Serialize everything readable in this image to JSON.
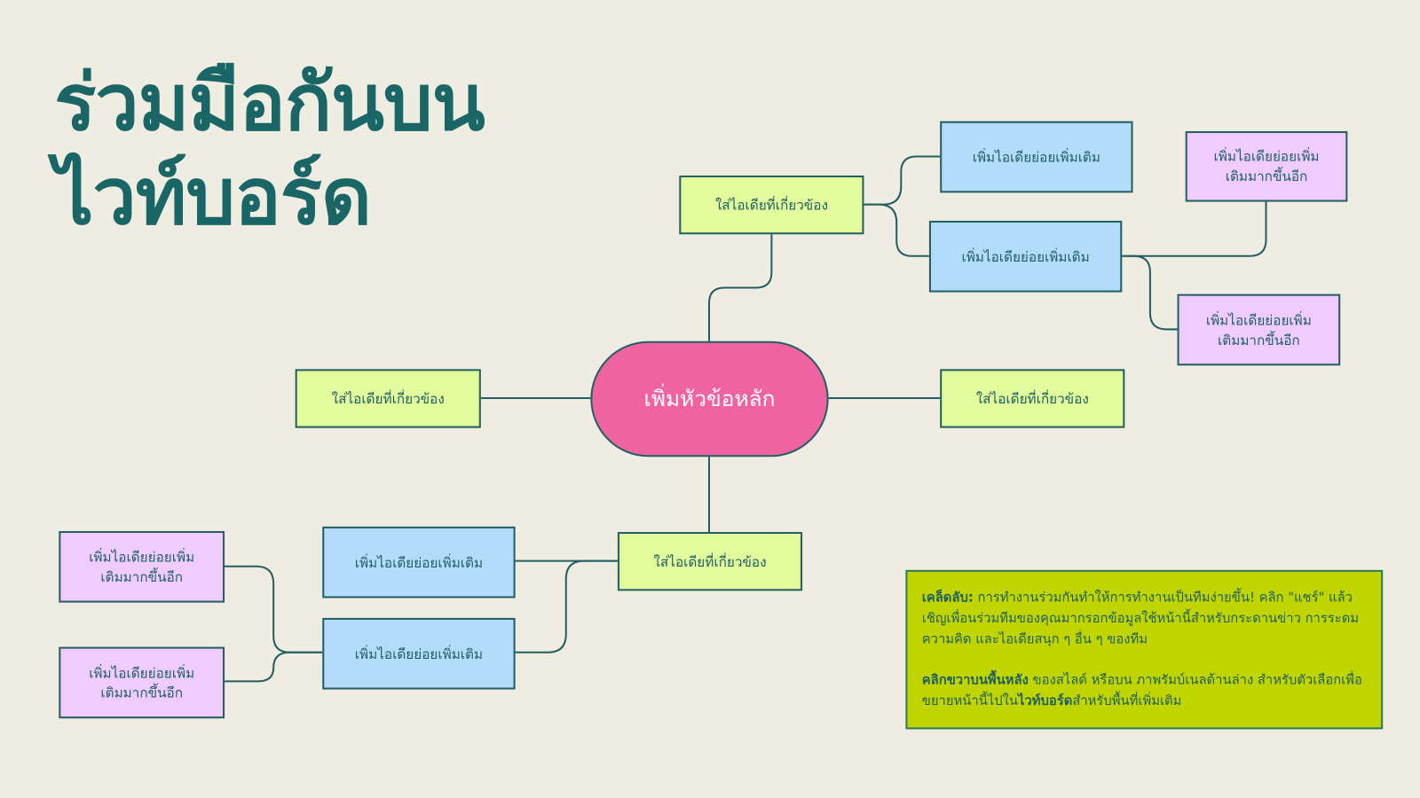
{
  "title": {
    "line1": "ร่วมมือกันบน",
    "line2": "ไวท์บอร์ด"
  },
  "center": "เพิ่มหัวข้อหลัก",
  "topics": {
    "top": "ใส่ไอเดียที่เกี่ยวข้อง",
    "left": "ใส่ไอเดียที่เกี่ยวข้อง",
    "right": "ใส่ไอเดียที่เกี่ยวข้อง",
    "bottom": "ใส่ไอเดียที่เกี่ยวข้อง"
  },
  "subs": {
    "b1": "เพิ่มไอเดียย่อยเพิ่มเติม",
    "b2": "เพิ่มไอเดียย่อยเพิ่มเติม",
    "b3": "เพิ่มไอเดียย่อยเพิ่มเติม",
    "b4": "เพิ่มไอเดียย่อยเพิ่มเติม"
  },
  "subsubs": {
    "p1": "เพิ่มไอเดียย่อยเพิ่ม เติมมากขึ้นอีก",
    "p2": "เพิ่มไอเดียย่อยเพิ่ม เติมมากขึ้นอีก",
    "p3": "เพิ่มไอเดียย่อยเพิ่ม เติมมากขึ้นอีก",
    "p4": "เพิ่มไอเดียย่อยเพิ่ม เติมมากขึ้นอีก"
  },
  "tip": {
    "p1_bold": "เคล็ดลับ:",
    "p1_text": " การทำงานร่วมกันทำให้การทำงานเป็นทีมง่ายขึ้น! คลิก \"แชร์\" แล้วเชิญเพื่อนร่วมทีมของคุณมากรอกข้อมูลใช้หน้านี้สำหรับกระดานข่าว การระดมความคิด และไอเดียสนุก ๆ อื่น ๆ ของทีม",
    "p2_bold1": "คลิกขวาบนพื้นหลัง",
    "p2_text1": " ของสไลด์ หรือบน ภาพรัมบ์เนลด้านล่าง สำหรับตัวเลือกเพื่อขยายหน้านี้ไปใน",
    "p2_bold2": "ไวท์บอร์ด",
    "p2_text2": "สำหรับพื้นที่เพิ่มเติม"
  },
  "colors": {
    "background": "#efede1",
    "title": "#1a6666",
    "line": "#245f63",
    "center": "#ef64a0",
    "topic": "#e2fb9c",
    "sub": "#b2dcfa",
    "subsub": "#efccfd",
    "tip": "#c0d400"
  }
}
